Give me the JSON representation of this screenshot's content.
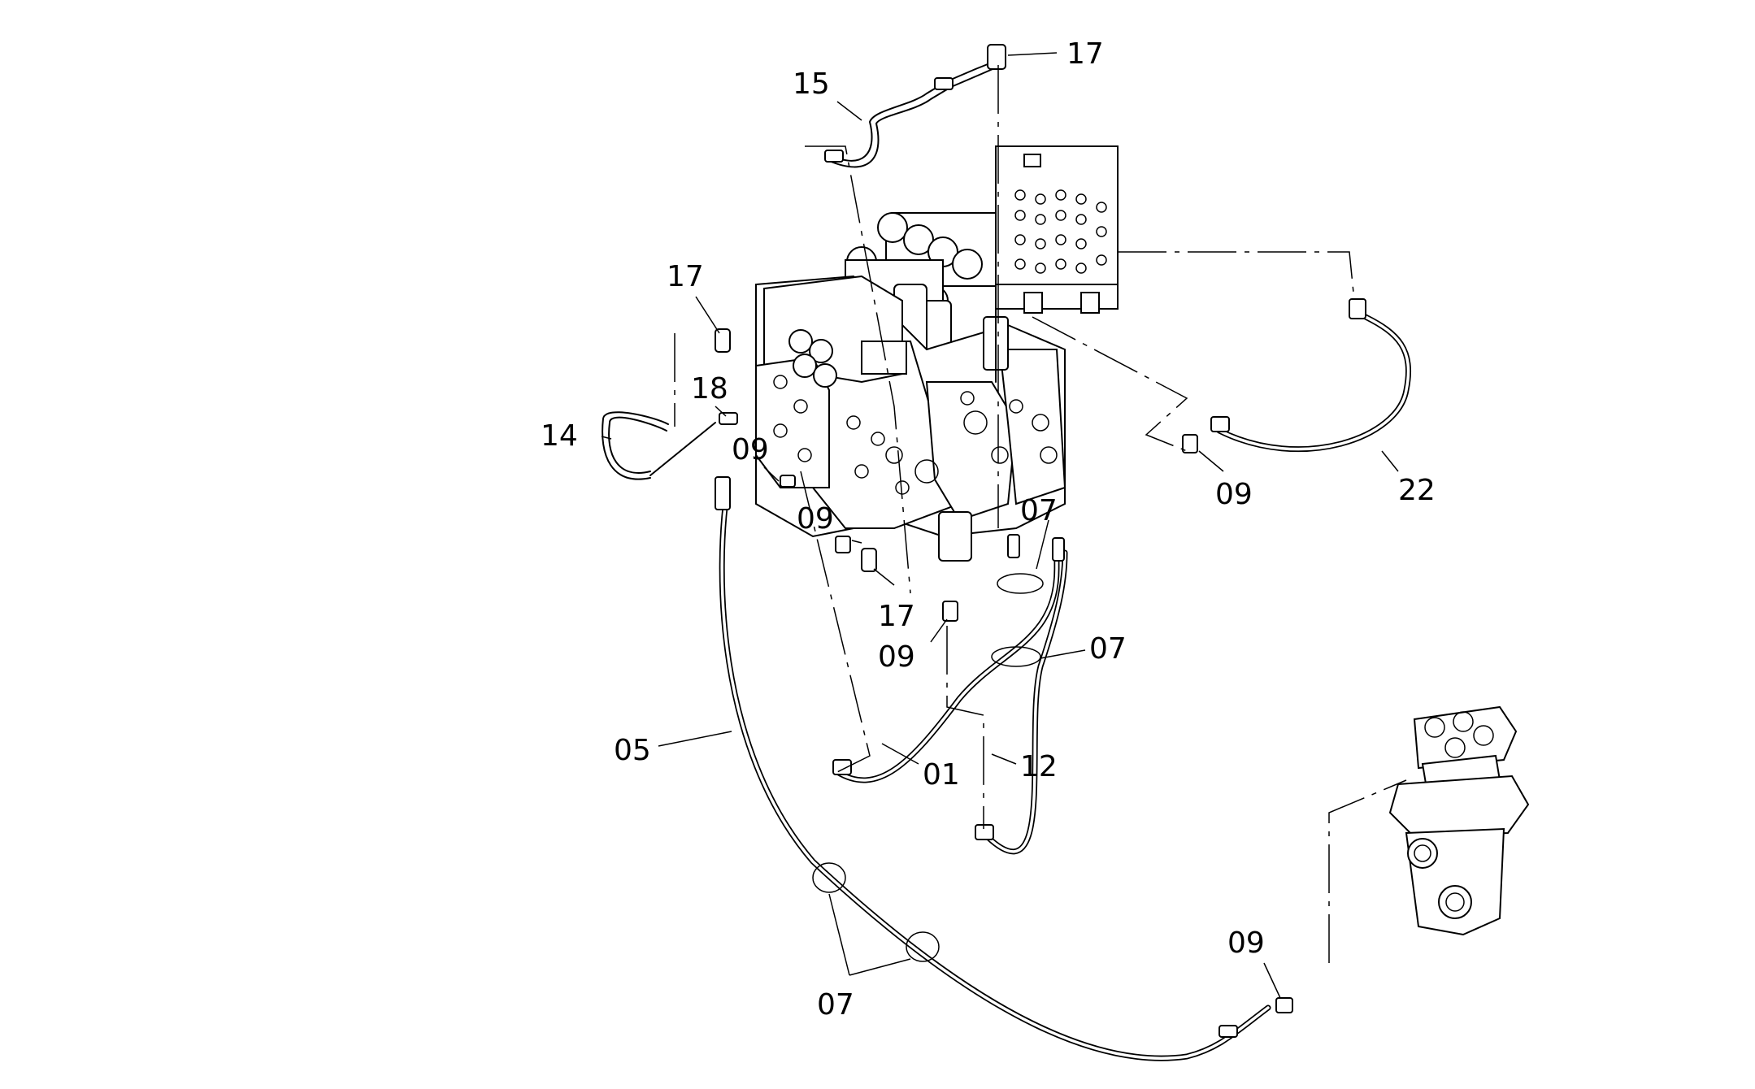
{
  "labels": {
    "l15": "15",
    "l17_top": "17",
    "l17_left": "17",
    "l18": "18",
    "l14": "14",
    "l09_a": "09",
    "l09_b": "09",
    "l17_mid": "17",
    "l09_c": "09",
    "l07_a": "07",
    "l07_b": "07",
    "l09_right": "09",
    "l22": "22",
    "l05": "05",
    "l01": "01",
    "l12": "12",
    "l07_bottom": "07",
    "l09_bottom": "09"
  },
  "colors": {
    "line": "#000000",
    "background": "#ffffff"
  }
}
